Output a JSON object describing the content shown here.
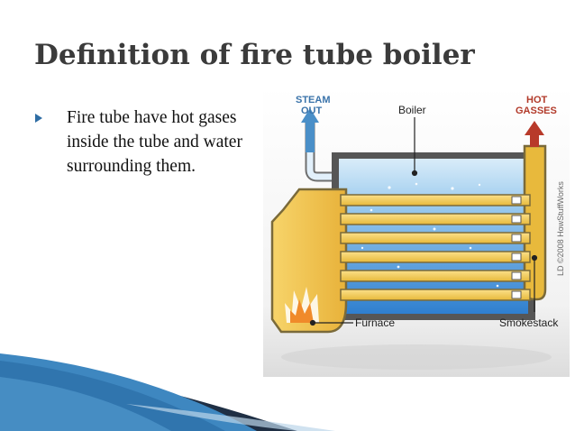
{
  "slide": {
    "title": "Definition of fire tube boiler",
    "bullets": [
      {
        "icon": "triangle-bullet-icon",
        "text": "Fire tube have hot gases inside the tube and water surrounding them."
      }
    ]
  },
  "diagram": {
    "labels": {
      "steam_out_line1": "STEAM",
      "steam_out_line2": "OUT",
      "hot_gasses_line1": "HOT",
      "hot_gasses_line2": "GASSES",
      "boiler": "Boiler",
      "furnace": "Furnace",
      "smokestack": "Smokestack",
      "credit": "LD ©2008 HowStuffWorks"
    },
    "colors": {
      "steam_arrow": "#4a8fc8",
      "hot_arrow": "#b83a2a",
      "tube_yellow": "#f2c94c",
      "tube_outline": "#7a6a3a",
      "water_blue": "#3f88d1",
      "steam_light": "#d7ebf8",
      "furnace_yellow": "#f5c542"
    }
  },
  "theme": {
    "title_color": "#3b3b3b",
    "text_color": "#111111",
    "bullet_color": "#2e6da4",
    "deco_dark": "#1f2f44",
    "deco_blue": "#3e87c0"
  }
}
